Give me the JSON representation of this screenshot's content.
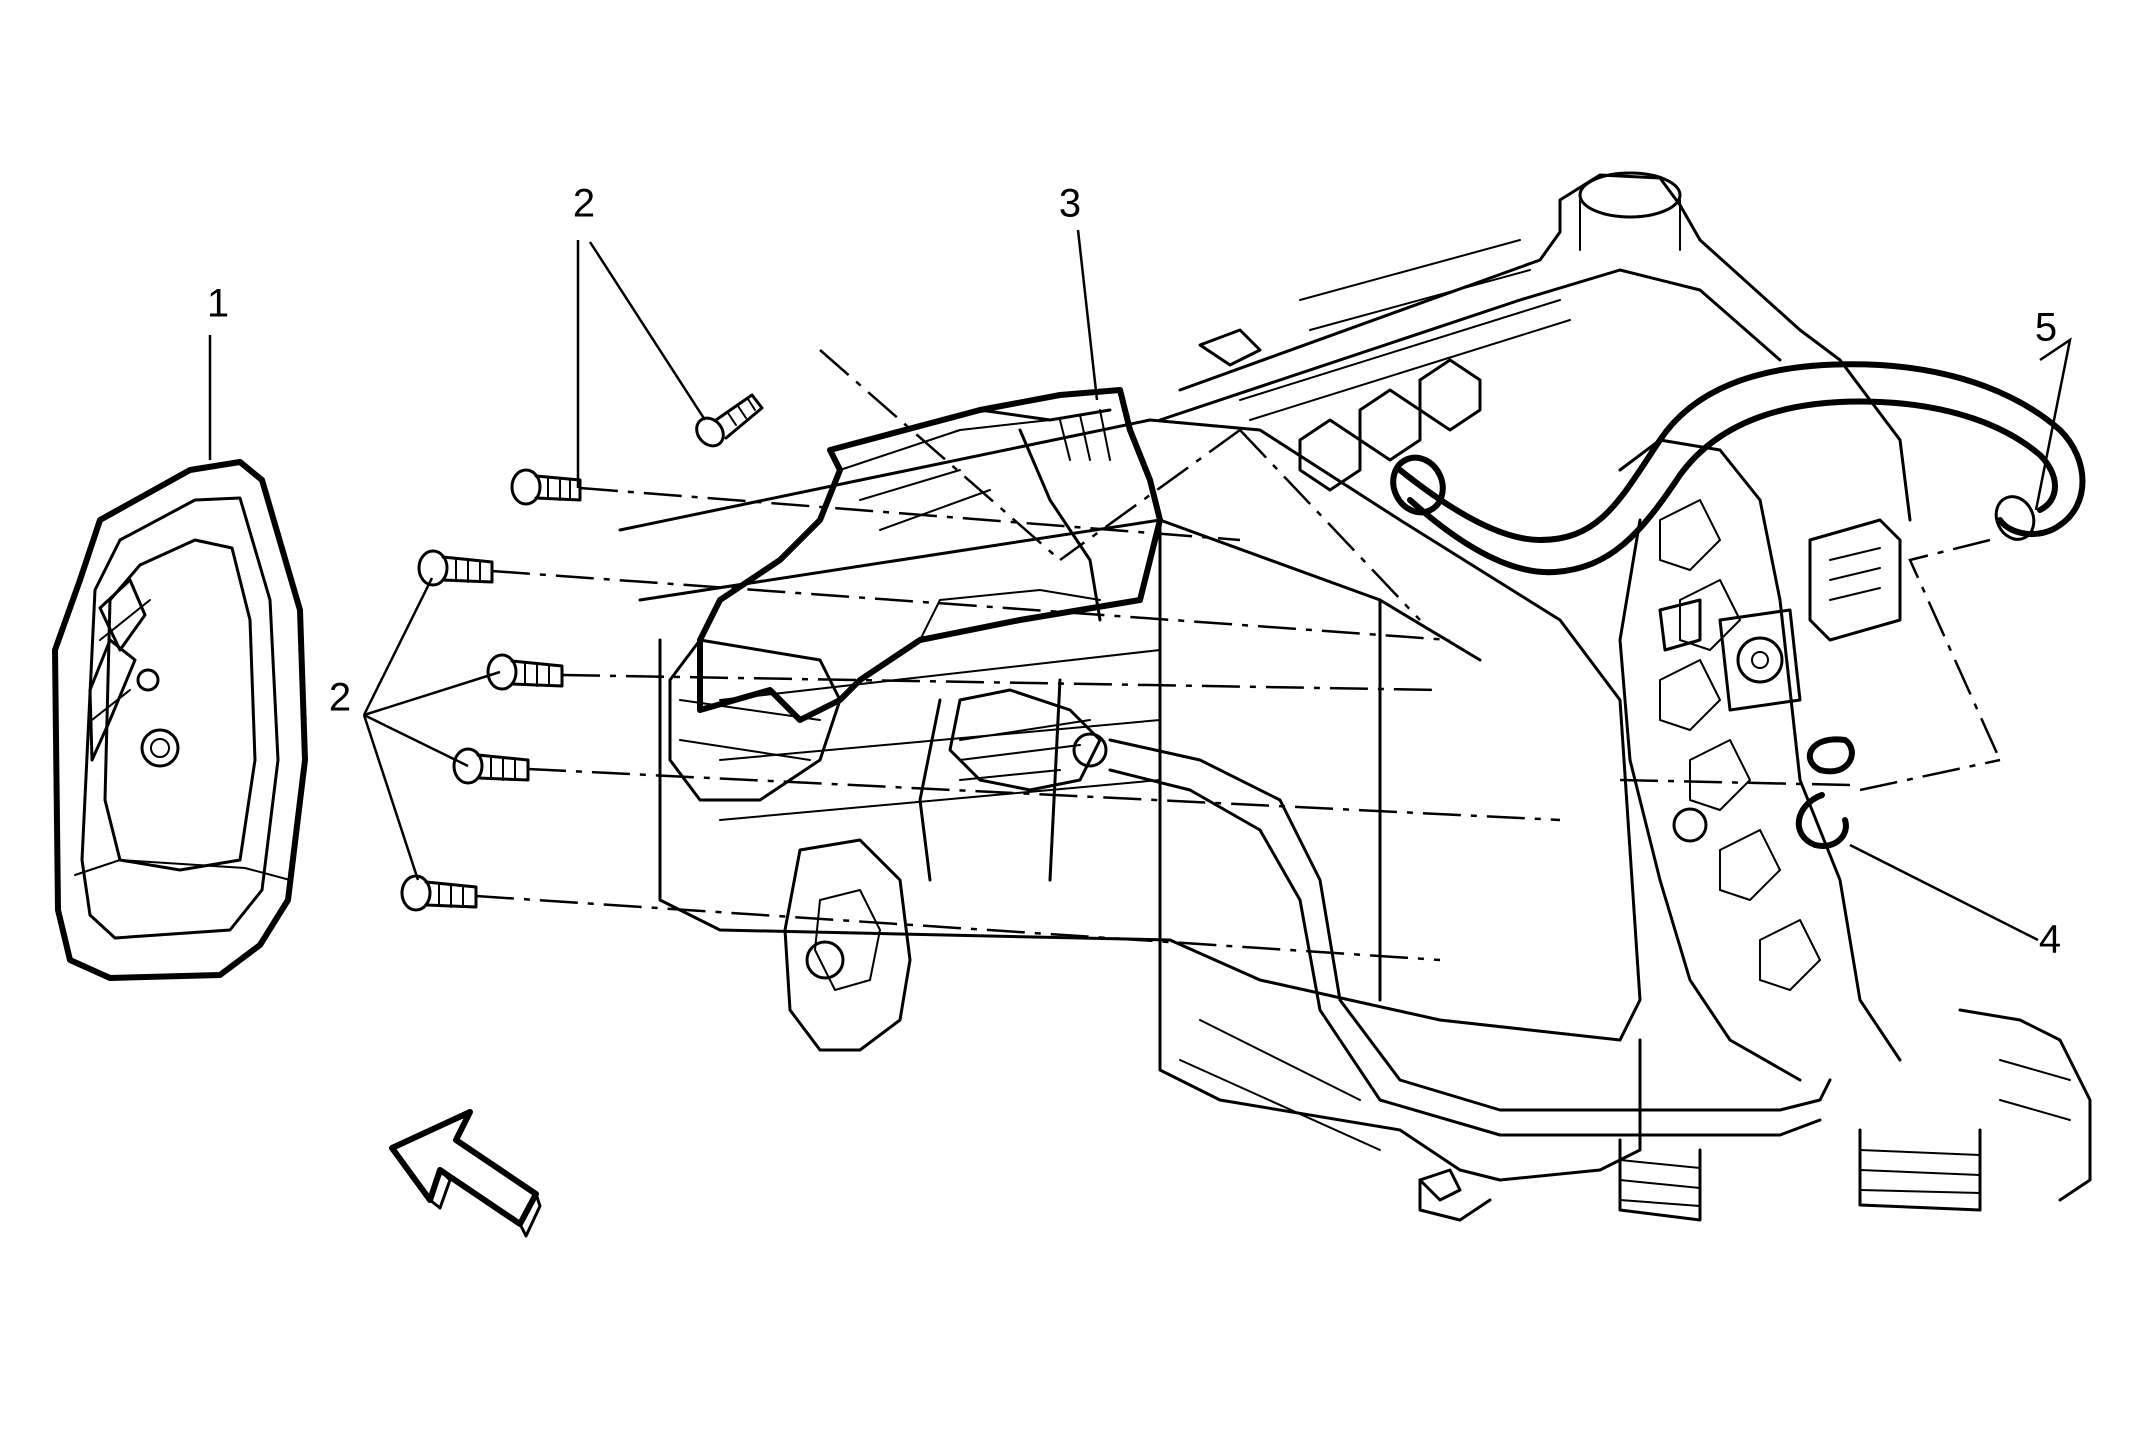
{
  "callouts": {
    "c1": "1",
    "c2_top": "2",
    "c2_side": "2",
    "c3": "3",
    "c4": "4",
    "c5": "5"
  },
  "icons": {
    "view_direction": "view-direction-arrow-icon"
  }
}
